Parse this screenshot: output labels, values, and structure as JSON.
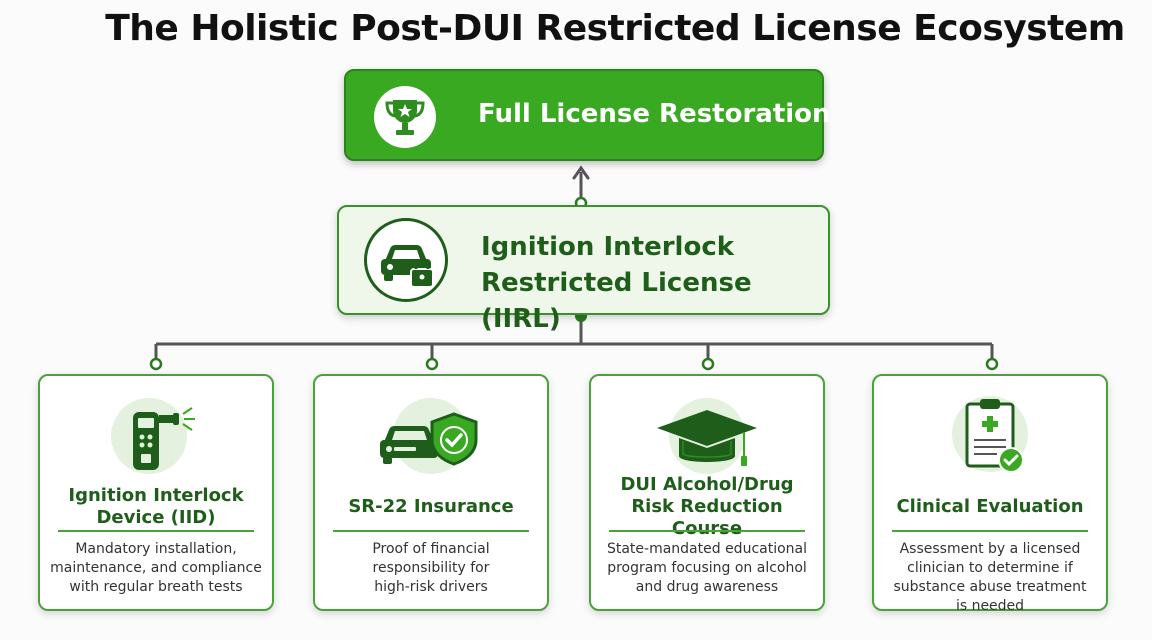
{
  "title": "The Holistic Post-DUI Restricted License Ecosystem",
  "top_node": {
    "label": "Full License Restoration",
    "icon": "trophy-icon"
  },
  "middle_node": {
    "label_line1": "Ignition Interlock",
    "label_line2": "Restricted License (IIRL)",
    "icon": "car-lock-icon"
  },
  "requirements": [
    {
      "title_line1": "Ignition Interlock",
      "title_line2": "Device (IID)",
      "desc_lines": [
        "Mandatory installation,",
        "maintenance, and compliance",
        "with regular breath tests"
      ],
      "icon": "breathalyzer-icon"
    },
    {
      "title_line1": "SR-22 Insurance",
      "title_line2": "",
      "desc_lines": [
        "Proof of financial",
        "responsibility for",
        "high-risk drivers"
      ],
      "icon": "car-shield-icon"
    },
    {
      "title_line1": "DUI Alcohol/Drug",
      "title_line2": "Risk Reduction Course",
      "desc_lines": [
        "State-mandated educational",
        "program focusing on alcohol",
        "and drug awareness"
      ],
      "icon": "graduation-cap-icon"
    },
    {
      "title_line1": "Clinical Evaluation",
      "title_line2": "",
      "desc_lines": [
        "Assessment by a licensed",
        "clinician to determine if",
        "substance abuse treatment",
        "is needed"
      ],
      "icon": "clipboard-check-icon"
    }
  ],
  "colors": {
    "primary_green": "#3aa922",
    "dark_green": "#1f5e1a",
    "light_green_bg": "#eef7ea",
    "connector_gray": "#555555"
  }
}
